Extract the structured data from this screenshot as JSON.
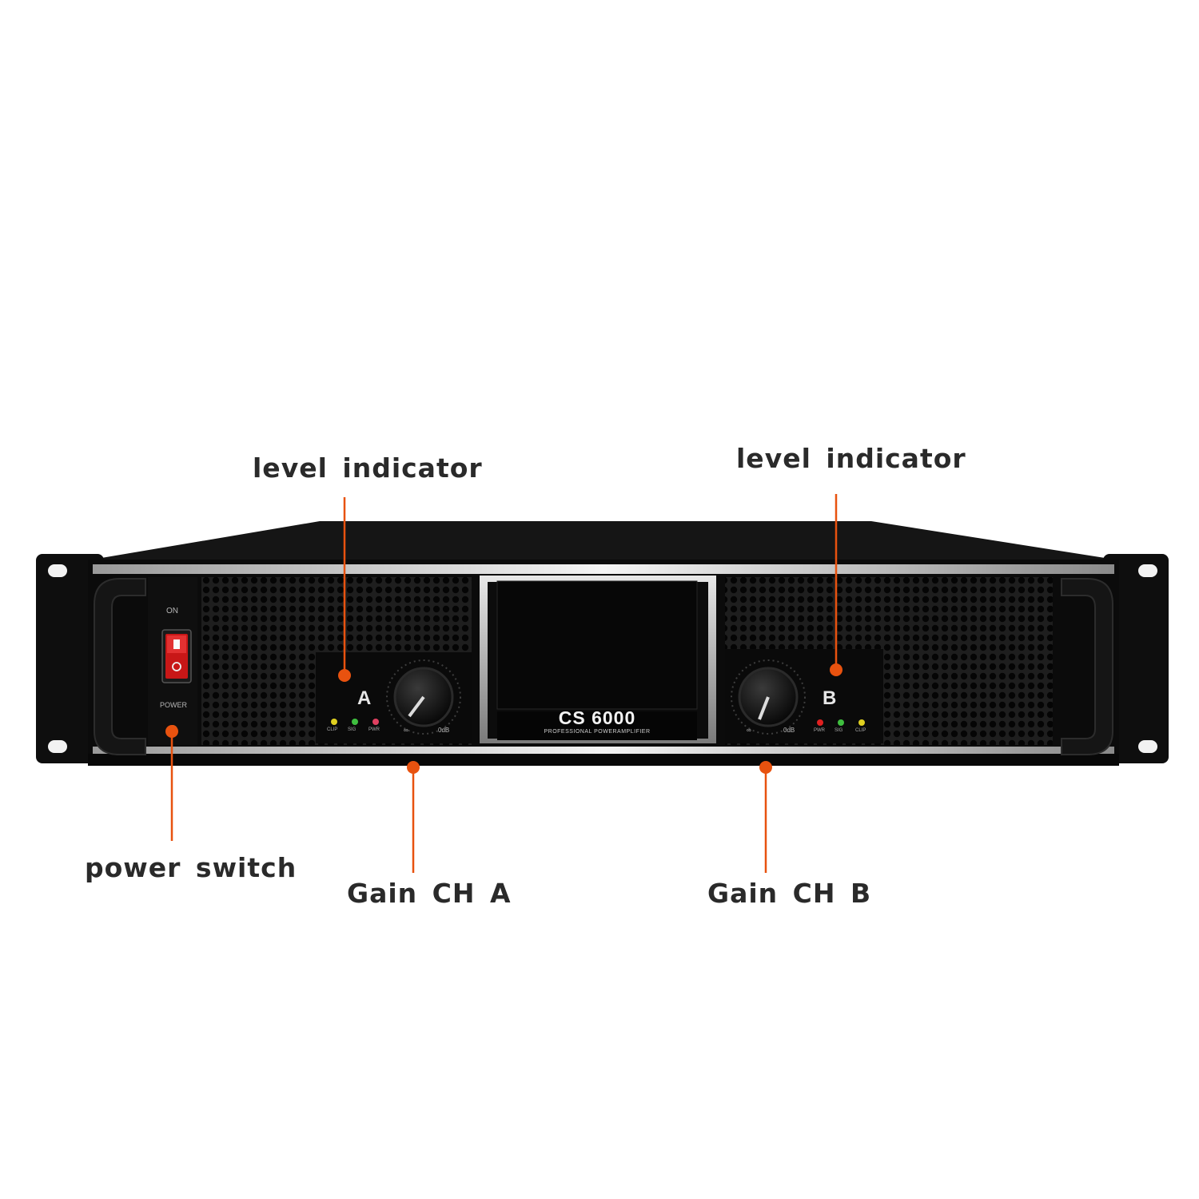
{
  "callouts": {
    "level_indicator_a": "level indicator",
    "level_indicator_b": "level indicator",
    "power_switch": "power switch",
    "gain_ch_a": "Gain CH A",
    "gain_ch_b": "Gain CH B"
  },
  "amplifier": {
    "model": "CS 6000",
    "subtitle": "PROFESSIONAL POWERAMPLIFIER",
    "power_on_label": "ON",
    "power_label": "POWER",
    "channel_a": "A",
    "channel_b": "B",
    "leds_a": [
      "CLIP",
      "SIG",
      "PWR"
    ],
    "leds_b": [
      "PWR",
      "SIG",
      "CLIP"
    ]
  },
  "colors": {
    "accent": "#e8520f",
    "chassis": "#0d0d0d",
    "switch": "#d01818"
  }
}
